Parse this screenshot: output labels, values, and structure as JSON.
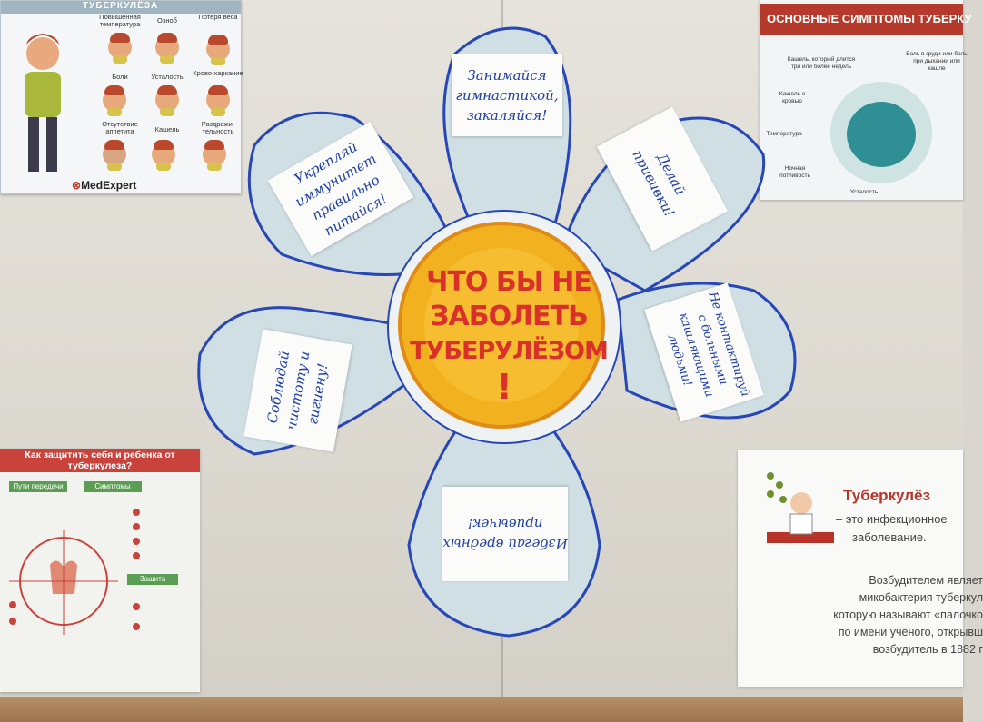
{
  "top_left_card": {
    "title": "ТУБЕРКУЛЁЗА",
    "symptoms": [
      "Повышенная температура",
      "Озноб",
      "Потеря веса",
      "Боли",
      "Усталость",
      "Крово-харкание",
      "Отсутствие аппетита",
      "Кашель",
      "Раздражи-тельность"
    ],
    "logo": "MedExpert"
  },
  "top_right_card": {
    "title": "ОСНОВНЫЕ СИМПТОМЫ ТУБЕРКУ",
    "labels": [
      "Кашель, который длится три или более недель",
      "Боль в груди или боль при дыхании или кашле",
      "Кашель с кровью",
      "Температура",
      "Ночная потливость",
      "Усталость"
    ]
  },
  "flower": {
    "center_lines": [
      "ЧТО БЫ НЕ",
      "ЗАБОЛЕТЬ",
      "ТУБЕРУЛЁЗОМ",
      "!"
    ],
    "notes": [
      "Занимайся гимнастикой, закаляйся!",
      "Делай прививки!",
      "Укрепляй иммунитет правильно питайся!",
      "Не контактируй с больными кашляющими людьми!",
      "Соблюдай чистоту и гигиену!",
      "Избегай вредных привычек!"
    ]
  },
  "bottom_left_card": {
    "title": "Как защитить себя и ребенка от туберкулеза?",
    "sections": [
      "Пути передачи",
      "Симптомы",
      "Защита"
    ]
  },
  "bottom_right_card": {
    "title": "Туберкулёз",
    "subtitle_lines": [
      "– это инфекционное",
      "заболевание."
    ],
    "body_lines": [
      "Возбудителем являет",
      "микобактерия туберкул",
      "которую называют «палочко",
      "по имени учёного, открывш",
      "возбудитель в 1882 г"
    ]
  },
  "colors": {
    "petal": "#cfdfe3",
    "petal_outline": "#2747b8",
    "center": "#f2b21f",
    "text_red": "#d9302a",
    "ink_blue": "#1f3fa8"
  }
}
